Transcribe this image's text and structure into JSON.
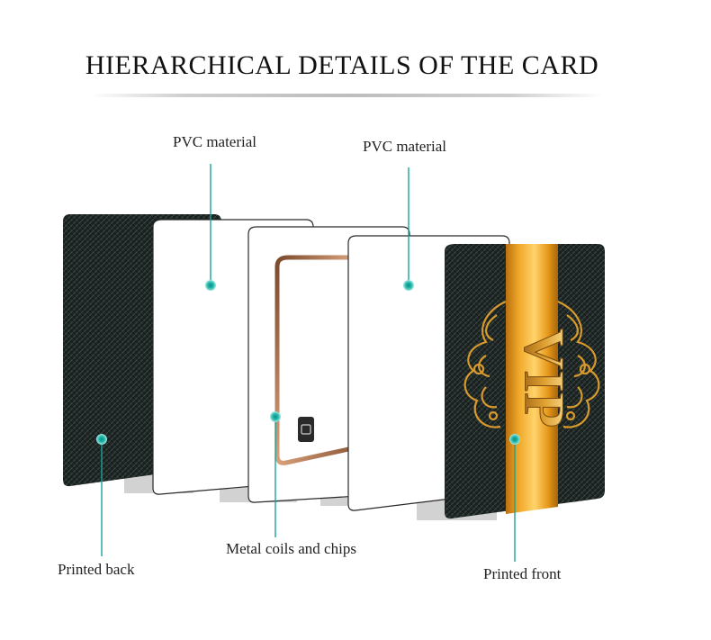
{
  "title": "HIERARCHICAL DETAILS OF THE CARD",
  "layers": [
    {
      "id": "printed-back",
      "label": "Printed back"
    },
    {
      "id": "pvc-1",
      "label": "PVC material"
    },
    {
      "id": "coils",
      "label": "Metal coils and chips"
    },
    {
      "id": "pvc-2",
      "label": "PVC material"
    },
    {
      "id": "printed-front",
      "label": "Printed front"
    }
  ],
  "front_card": {
    "emblem_text": "VIP"
  },
  "colors": {
    "callout": "#1aa39a",
    "card_dark": "#1c2422",
    "gold": "#e8a21c",
    "copper": "#b8784e"
  }
}
